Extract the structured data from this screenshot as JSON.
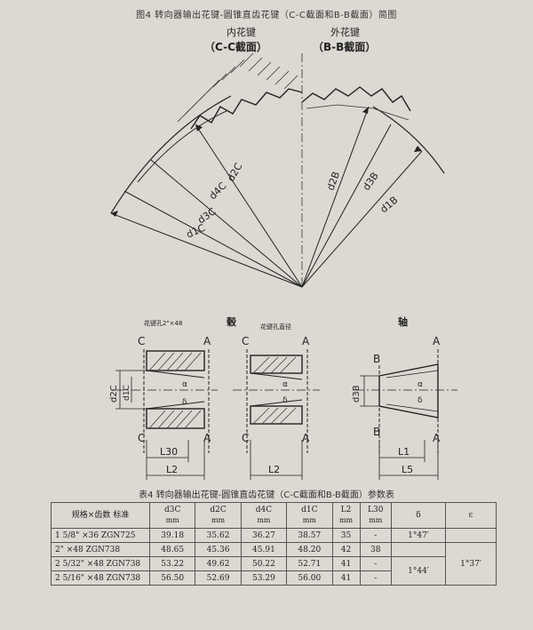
{
  "figure": {
    "title": "图4   转向器输出花键-圆锥直齿花键（C-C截面和B-B截面）简图",
    "inner_spline_label": "内花键",
    "inner_spline_section": "（C-C截面）",
    "outer_spline_label": "外花键",
    "outer_spline_section": "（B-B截面）",
    "dims_top": {
      "d2c": "d2C",
      "d4c": "d4C",
      "d3c": "d3C",
      "d1c": "d1C",
      "d2b": "d2B",
      "d3b": "d3B",
      "d1b": "d1B"
    },
    "detail_labels": {
      "left_note": "花键孔2\"×48",
      "middle_note": "花键孔直径",
      "hub_label": "毂",
      "shaft_label": "轴"
    },
    "section_letters": {
      "c": "C",
      "a": "A",
      "b": "B"
    },
    "dims_bottom": {
      "d2c_left": "d2C",
      "d1c_left": "d1C",
      "l30": "L30",
      "l2": "L2",
      "l2_mid": "L2",
      "d3b": "d3B",
      "l1": "L1",
      "l5": "L5",
      "delta": "δ",
      "alpha": "α"
    }
  },
  "table": {
    "title": "表4   转向器输出花键-圆锥直齿花键（C-C截面和B-B截面）参数表",
    "headers": [
      {
        "label": "规格×齿数 标准",
        "unit": ""
      },
      {
        "label": "d3C",
        "unit": "mm"
      },
      {
        "label": "d2C",
        "unit": "mm"
      },
      {
        "label": "d4C",
        "unit": "mm"
      },
      {
        "label": "d1C",
        "unit": "mm"
      },
      {
        "label": "L2",
        "unit": "mm"
      },
      {
        "label": "L30",
        "unit": "mm"
      },
      {
        "label": "δ",
        "unit": ""
      },
      {
        "label": "ε",
        "unit": ""
      }
    ],
    "rows": [
      {
        "spec": "1 5/8\" ×36 ZGN725",
        "d3c": "39.18",
        "d2c": "35.62",
        "d4c": "36.27",
        "d1c": "38.57",
        "l2": "35",
        "l30": "-",
        "delta": "1°47′"
      },
      {
        "spec": "2\" ×48 ZGN738",
        "d3c": "48.65",
        "d2c": "45.36",
        "d4c": "45.91",
        "d1c": "48.20",
        "l2": "42",
        "l30": "38"
      },
      {
        "spec": "2 5/32\" ×48 ZGN738",
        "d3c": "53.22",
        "d2c": "49.62",
        "d4c": "50.22",
        "d1c": "52.71",
        "l2": "41",
        "l30": "-",
        "delta": "1°44′"
      },
      {
        "spec": "2 5/16\" ×48 ZGN738",
        "d3c": "56.50",
        "d2c": "52.69",
        "d4c": "53.29",
        "d1c": "56.00",
        "l2": "41",
        "l30": "-"
      }
    ],
    "epsilon_merged": "1°37′"
  }
}
